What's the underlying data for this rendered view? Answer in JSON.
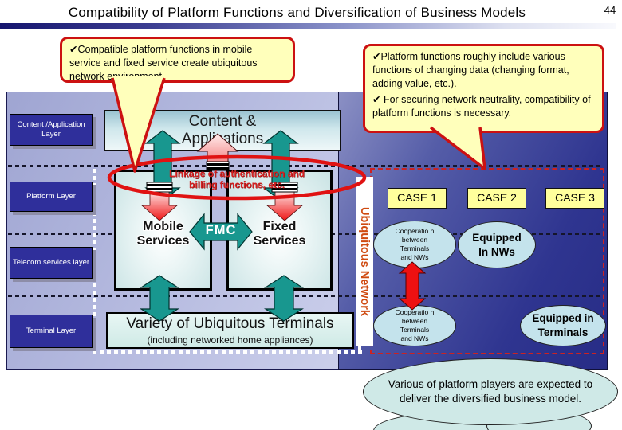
{
  "slide": {
    "title": "Compatibility of Platform Functions and Diversification of Business Models",
    "page_number": "44"
  },
  "callouts": {
    "left": "✔Compatible platform functions in mobile service and fixed service create ubiquitous network environment.",
    "right_bullet1": "✔Platform functions roughly include various functions of changing data (changing format, adding value, etc.).",
    "right_bullet2": "✔ For securing network neutrality, compatibility of platform functions is necessary."
  },
  "layers": {
    "items": [
      {
        "label": "Content /Application Layer"
      },
      {
        "label": "Platform Layer"
      },
      {
        "label": "Telecom services layer"
      },
      {
        "label": "Terminal Layer"
      }
    ]
  },
  "diagram": {
    "content_apps": "Content & Applications",
    "linkage": "Linkage of authentication and billing functions, etc.",
    "mobile": "Mobile Services",
    "fmc": "FMC",
    "fixed": "Fixed Services",
    "terminals_title": "Variety of Ubiquitous Terminals",
    "terminals_sub": "(including networked home appliances)",
    "ubiquitous_network": "Ubiquitous Network"
  },
  "cases": {
    "case1": "CASE 1",
    "case2": "CASE 2",
    "case3": "CASE 3",
    "coop_top": "Cooperatio n between Terminals and NWs",
    "equipped_nws": "Equipped In NWs",
    "coop_bottom": "Cooperatio n between Terminals and NWs",
    "equipped_terminals": "Equipped in Terminals"
  },
  "footer": {
    "conclusion": "Various of platform players are expected to deliver the diversified business model."
  },
  "colors": {
    "callout_border": "#cc1111",
    "callout_bg": "#ffffbb",
    "teal_arrow": "#18978f",
    "navy_layer_box": "#2f2f9b",
    "case_bg": "#ffff9c",
    "linkage_red": "#d42222",
    "ubiquitous_text": "#cf4a10"
  }
}
